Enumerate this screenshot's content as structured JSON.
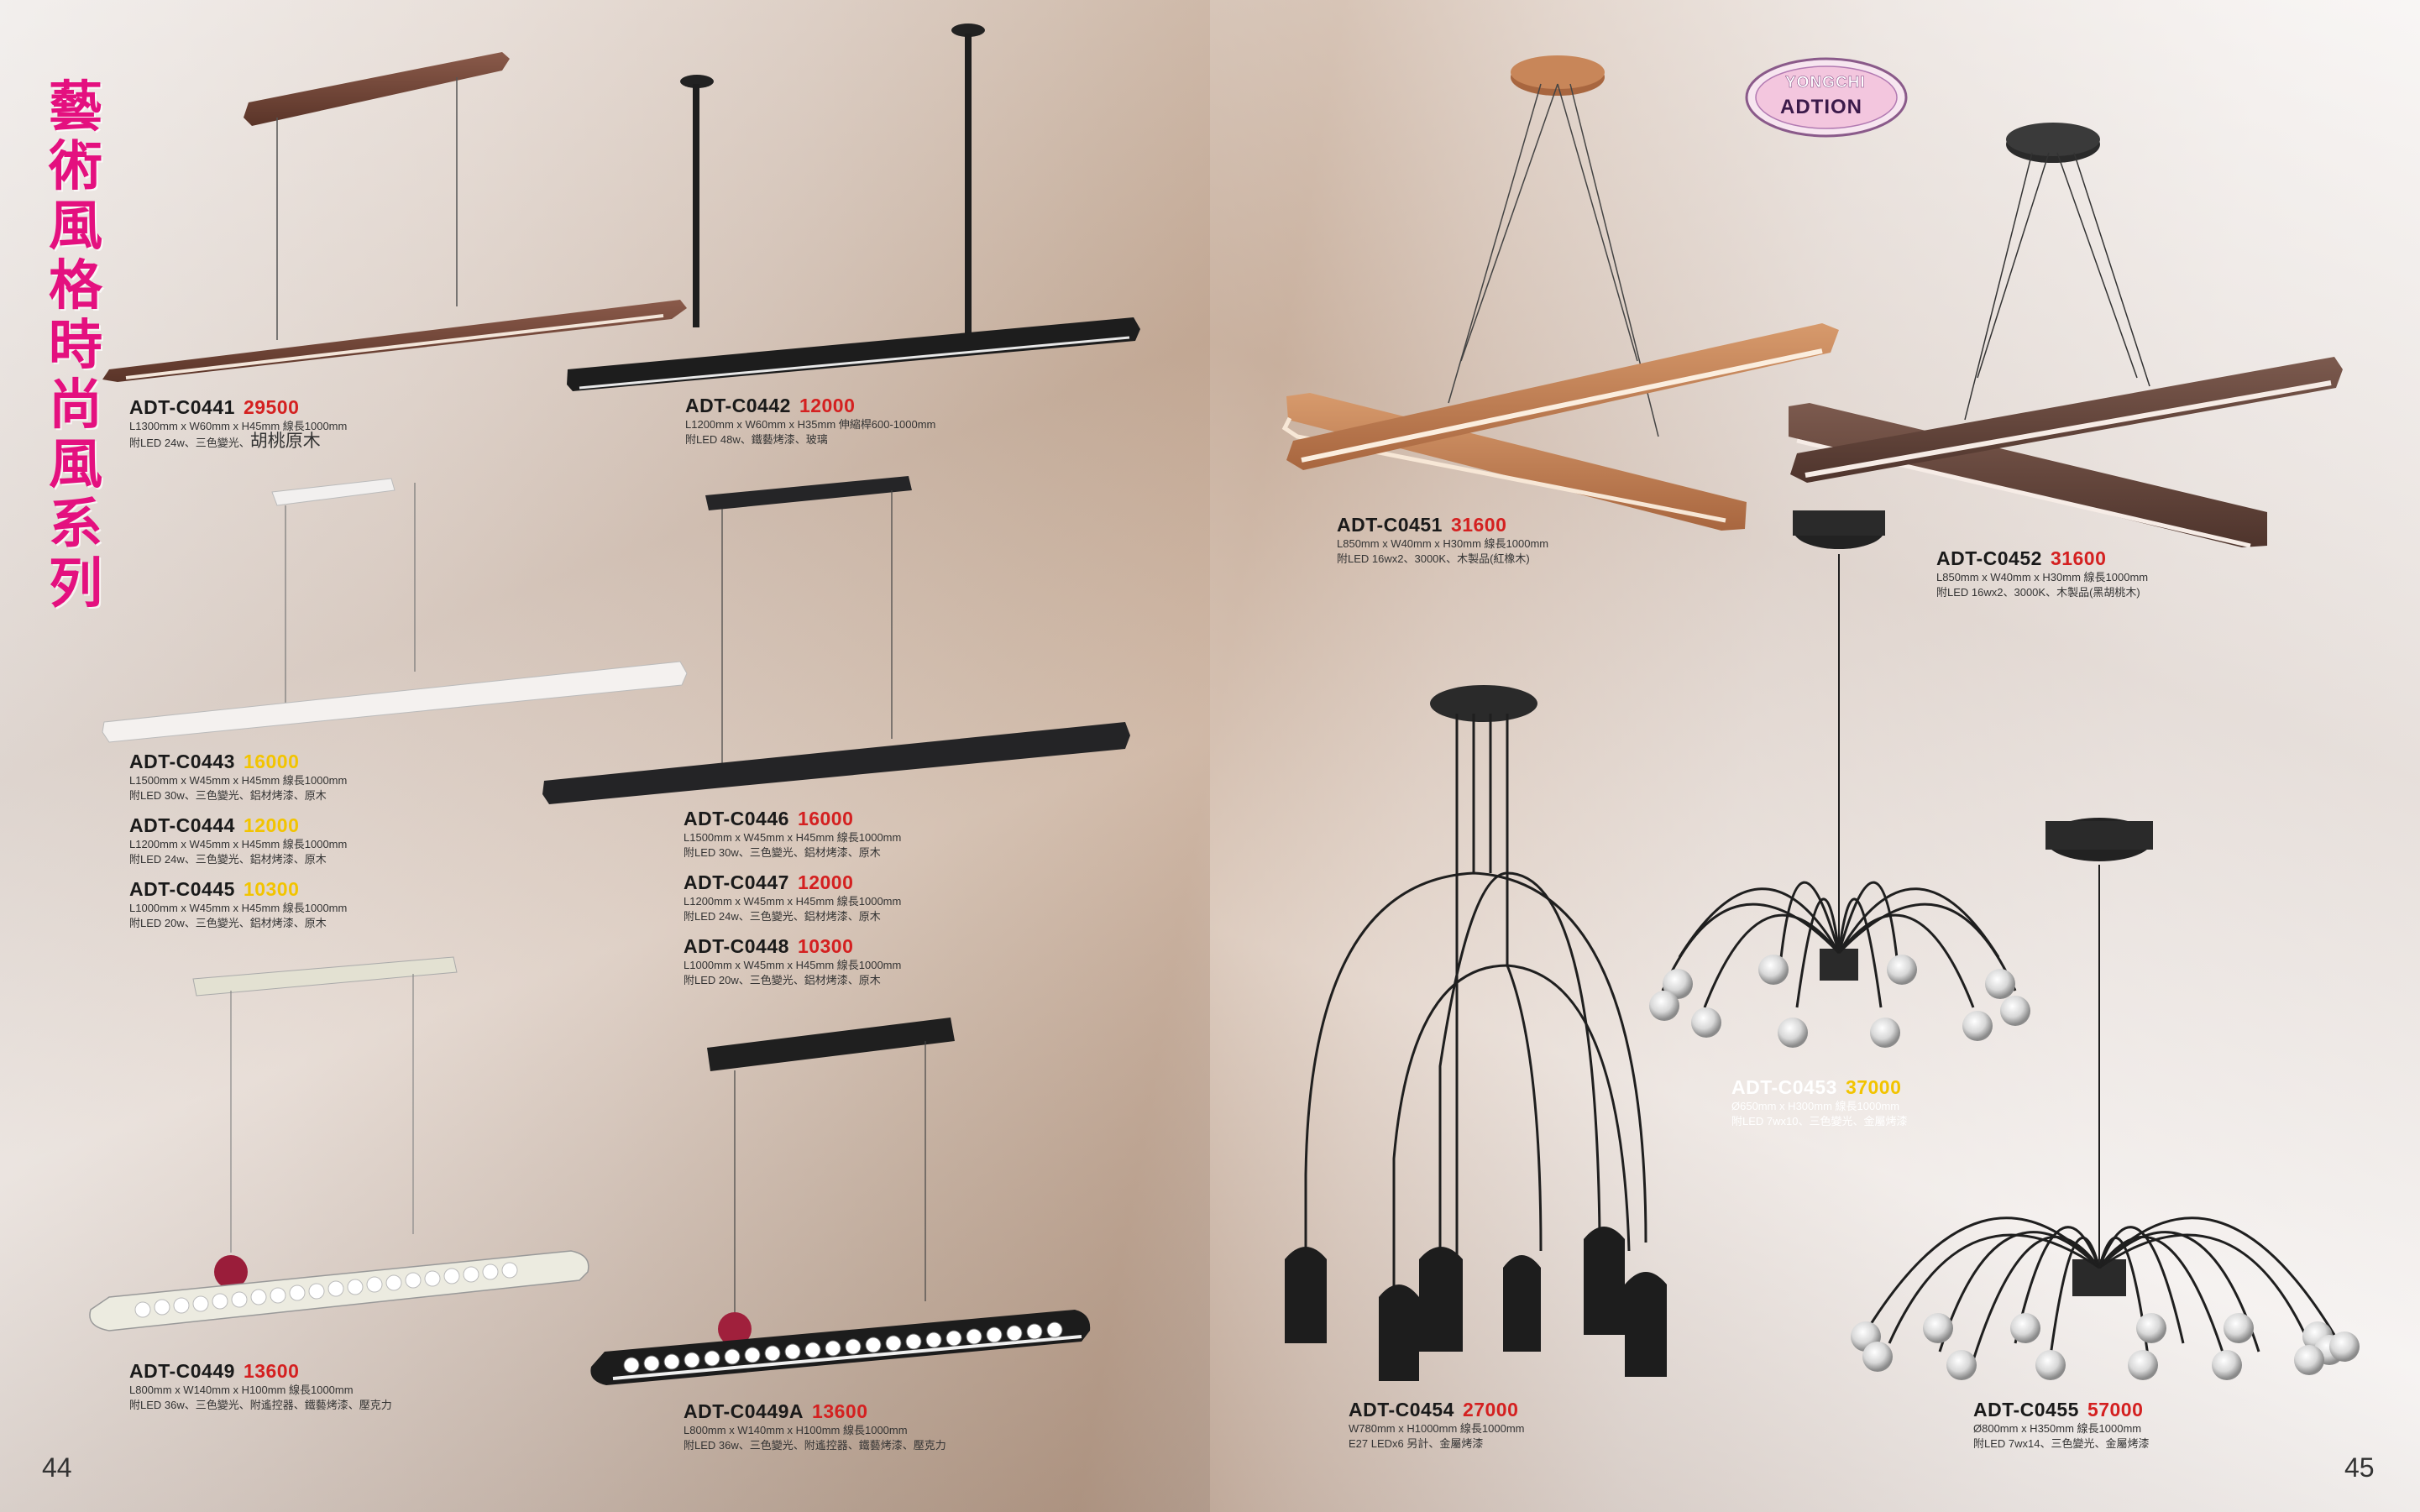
{
  "catalog": {
    "title_chars": [
      "藝",
      "術",
      "風",
      "格",
      "時",
      "尚",
      "風",
      "系",
      "列"
    ],
    "logo": {
      "line1": "YONGCHI",
      "line2": "ADTION"
    },
    "page_numbers": {
      "left": "44",
      "right": "45"
    },
    "colors": {
      "title": "#e4107f",
      "price_red": "#d42020",
      "price_yellow": "#f2c400"
    }
  },
  "products": {
    "c0441": {
      "code": "ADT-C0441",
      "price": "29500",
      "spec1": "L1300mm x W60mm x H45mm 線長1000mm",
      "spec2a": "附LED 24w、三色變光、",
      "spec2b": "胡桃原木"
    },
    "c0442": {
      "code": "ADT-C0442",
      "price": "12000",
      "spec1": "L1200mm x W60mm x H35mm 伸縮桿600-1000mm",
      "spec2": "附LED 48w、鐵藝烤漆、玻璃"
    },
    "c0443": {
      "code": "ADT-C0443",
      "price": "16000",
      "spec1": "L1500mm x W45mm x H45mm 線長1000mm",
      "spec2": "附LED 30w、三色變光、鋁材烤漆、原木"
    },
    "c0444": {
      "code": "ADT-C0444",
      "price": "12000",
      "spec1": "L1200mm x W45mm x H45mm 線長1000mm",
      "spec2": "附LED 24w、三色變光、鋁材烤漆、原木"
    },
    "c0445": {
      "code": "ADT-C0445",
      "price": "10300",
      "spec1": "L1000mm x W45mm x H45mm 線長1000mm",
      "spec2": "附LED 20w、三色變光、鋁材烤漆、原木"
    },
    "c0446": {
      "code": "ADT-C0446",
      "price": "16000",
      "spec1": "L1500mm x W45mm x H45mm 線長1000mm",
      "spec2": "附LED 30w、三色變光、鋁材烤漆、原木"
    },
    "c0447": {
      "code": "ADT-C0447",
      "price": "12000",
      "spec1": "L1200mm x W45mm x H45mm 線長1000mm",
      "spec2": "附LED 24w、三色變光、鋁材烤漆、原木"
    },
    "c0448": {
      "code": "ADT-C0448",
      "price": "10300",
      "spec1": "L1000mm x W45mm x H45mm 線長1000mm",
      "spec2": "附LED 20w、三色變光、鋁材烤漆、原木"
    },
    "c0449": {
      "code": "ADT-C0449",
      "price": "13600",
      "spec1": "L800mm x W140mm x H100mm 線長1000mm",
      "spec2": "附LED 36w、三色變光、附遙控器、鐵藝烤漆、壓克力"
    },
    "c0449a": {
      "code": "ADT-C0449A",
      "price": "13600",
      "spec1": "L800mm x W140mm x H100mm 線長1000mm",
      "spec2": "附LED 36w、三色變光、附遙控器、鐵藝烤漆、壓克力"
    },
    "c0451": {
      "code": "ADT-C0451",
      "price": "31600",
      "spec1": "L850mm x W40mm x H30mm 線長1000mm",
      "spec2": "附LED 16wx2、3000K、木製品(紅橡木)"
    },
    "c0452": {
      "code": "ADT-C0452",
      "price": "31600",
      "spec1": "L850mm x W40mm x H30mm 線長1000mm",
      "spec2": "附LED 16wx2、3000K、木製品(黑胡桃木)"
    },
    "c0453": {
      "code": "ADT-C0453",
      "price": "37000",
      "spec1": "Ø650mm x H300mm 線長1000mm",
      "spec2": "附LED 7wx10、三色變光、金屬烤漆"
    },
    "c0454": {
      "code": "ADT-C0454",
      "price": "27000",
      "spec1": "W780mm x H1000mm 線長1000mm",
      "spec2": "E27 LEDx6 另計、金屬烤漆"
    },
    "c0455": {
      "code": "ADT-C0455",
      "price": "57000",
      "spec1": "Ø800mm x H350mm 線長1000mm",
      "spec2": "附LED 7wx14、三色變光、金屬烤漆"
    }
  }
}
